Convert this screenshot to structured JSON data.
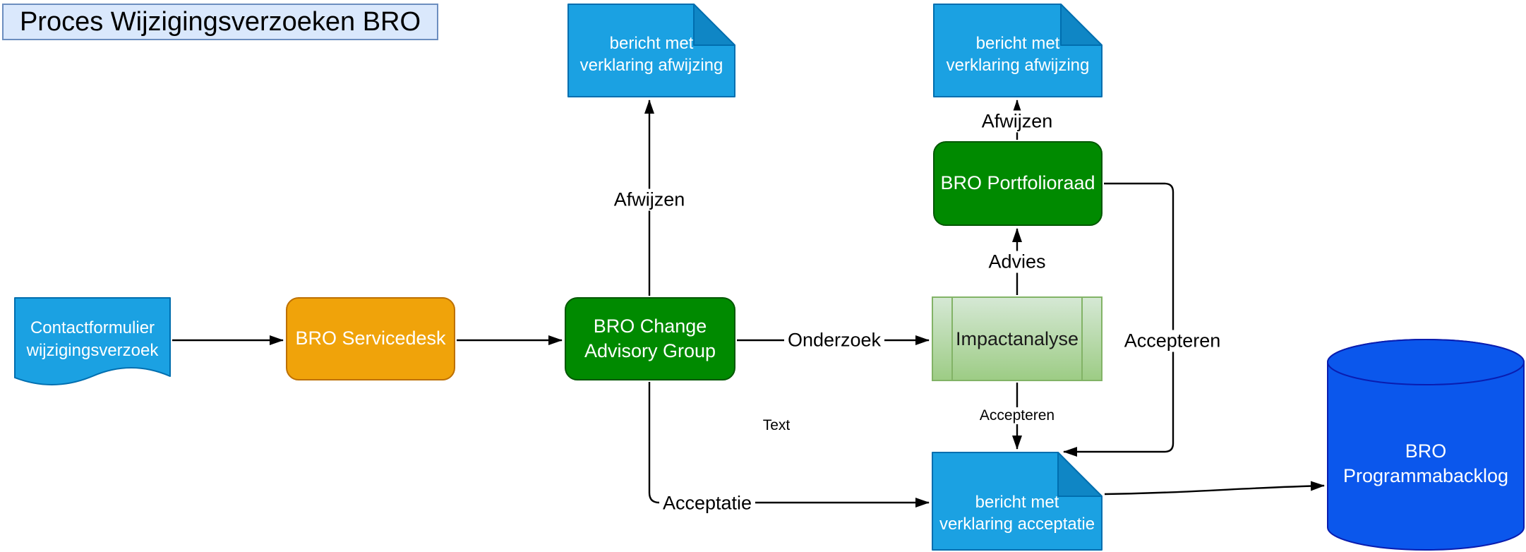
{
  "title": "Proces Wijzigingsverzoeken BRO",
  "nodes": {
    "contactformulier": {
      "label": "Contactformulier\nwijzigingsverzoek"
    },
    "servicedesk": {
      "label": "BRO Servicedesk"
    },
    "change_advisory_group": {
      "label": "BRO Change\nAdvisory Group"
    },
    "bericht_afwijzing_1": {
      "label": "bericht met\nverklaring afwijzing"
    },
    "bericht_afwijzing_2": {
      "label": "bericht met\nverklaring afwijzing"
    },
    "portfolioraad": {
      "label": "BRO Portfolioraad"
    },
    "impactanalyse": {
      "label": "Impactanalyse"
    },
    "bericht_acceptatie": {
      "label": "bericht met\nverklaring acceptatie"
    },
    "programmabacklog": {
      "label": "BRO\nProgrammabacklog"
    }
  },
  "edge_labels": {
    "afwijzen_left": "Afwijzen",
    "afwijzen_right": "Afwijzen",
    "advies": "Advies",
    "onderzoek": "Onderzoek",
    "accepteren_right": "Accepteren",
    "accepteren_down": "Accepteren",
    "acceptatie": "Acceptatie",
    "text": "Text"
  },
  "colors": {
    "title_fill": "#dae8fc",
    "title_stroke": "#6c8ebf",
    "doc_fill": "#1ba1e2",
    "doc_stroke": "#006eaf",
    "doc_fold": "#0f86c5",
    "orange_fill": "#f0a30a",
    "orange_stroke": "#bd7000",
    "green_fill": "#008a00",
    "green_stroke": "#005700",
    "process_fill_top": "#d5e8d4",
    "process_fill_bottom": "#9dcc85",
    "process_stroke": "#82b366",
    "db_fill": "#0b57ec",
    "db_stroke": "#0a1db0",
    "line": "#000000",
    "label_color": "#000000",
    "node_text": "#ffffff"
  }
}
